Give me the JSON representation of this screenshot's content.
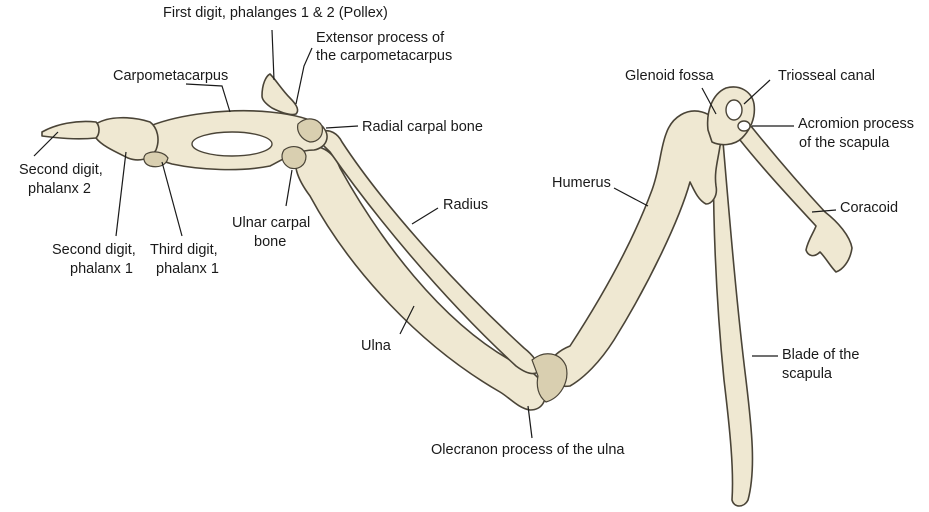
{
  "labels": {
    "pollex": "First digit, phalanges 1 & 2 (Pollex)",
    "extensor_1": "Extensor process of",
    "extensor_2": "the carpometacarpus",
    "carpometacarpus": "Carpometacarpus",
    "radial_carpal": "Radial carpal bone",
    "second_digit_p2_1": "Second digit,",
    "second_digit_p2_2": "phalanx 2",
    "second_digit_p1_1": "Second digit,",
    "second_digit_p1_2": "phalanx 1",
    "third_digit_1": "Third digit,",
    "third_digit_2": "phalanx 1",
    "ulnar_carpal_1": "Ulnar carpal",
    "ulnar_carpal_2": "bone",
    "radius": "Radius",
    "ulna": "Ulna",
    "olecranon": "Olecranon process of the ulna",
    "humerus": "Humerus",
    "glenoid": "Glenoid fossa",
    "triosseal": "Triosseal canal",
    "acromion_1": "Acromion process",
    "acromion_2": "of the scapula",
    "coracoid": "Coracoid",
    "blade_1": "Blade of the",
    "blade_2": "scapula"
  }
}
